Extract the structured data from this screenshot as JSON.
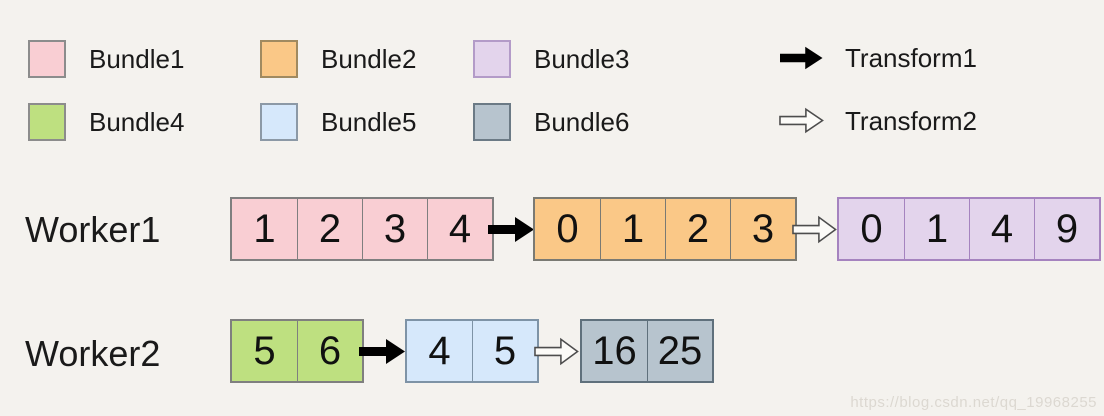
{
  "colors": {
    "background": "#f4f2ee",
    "text": "#1a1a1a",
    "arrow_filled": "#000000",
    "arrow_outline_stroke": "#4d4d4d",
    "arrow_outline_fill": "#fcfbf8",
    "watermark": "#dcd8d1"
  },
  "legend": {
    "bundles": [
      {
        "label": "Bundle1",
        "fill": "#f9ced3",
        "border": "#8c8c8c"
      },
      {
        "label": "Bundle2",
        "fill": "#fac887",
        "border": "#a08a60"
      },
      {
        "label": "Bundle3",
        "fill": "#e3d4ec",
        "border": "#b39bc8"
      },
      {
        "label": "Bundle4",
        "fill": "#bee080",
        "border": "#8c8c8c"
      },
      {
        "label": "Bundle5",
        "fill": "#d6e8fb",
        "border": "#8c99a6"
      },
      {
        "label": "Bundle6",
        "fill": "#b7c4ce",
        "border": "#6b7a85"
      }
    ],
    "transforms": [
      {
        "label": "Transform1",
        "style": "filled"
      },
      {
        "label": "Transform2",
        "style": "outline"
      }
    ]
  },
  "workers": [
    {
      "label": "Worker1",
      "blocks": [
        {
          "bundle": "Bundle1",
          "fill": "#f9ced3",
          "border": "#7f7f7f",
          "cells": [
            "1",
            "2",
            "3",
            "4"
          ]
        },
        {
          "bundle": "Bundle2",
          "fill": "#fac887",
          "border": "#7a7a73",
          "cells": [
            "0",
            "1",
            "2",
            "3"
          ]
        },
        {
          "bundle": "Bundle3",
          "fill": "#e3d4ec",
          "border": "#a583bf",
          "cells": [
            "0",
            "1",
            "4",
            "9"
          ]
        }
      ]
    },
    {
      "label": "Worker2",
      "blocks": [
        {
          "bundle": "Bundle4",
          "fill": "#bee080",
          "border": "#7f7f7f",
          "cells": [
            "5",
            "6"
          ]
        },
        {
          "bundle": "Bundle5",
          "fill": "#d6e8fb",
          "border": "#7e93a6",
          "cells": [
            "4",
            "5"
          ]
        },
        {
          "bundle": "Bundle6",
          "fill": "#b7c4ce",
          "border": "#5f707c",
          "cells": [
            "16",
            "25"
          ]
        }
      ]
    }
  ],
  "watermark": "https://blog.csdn.net/qq_19968255"
}
